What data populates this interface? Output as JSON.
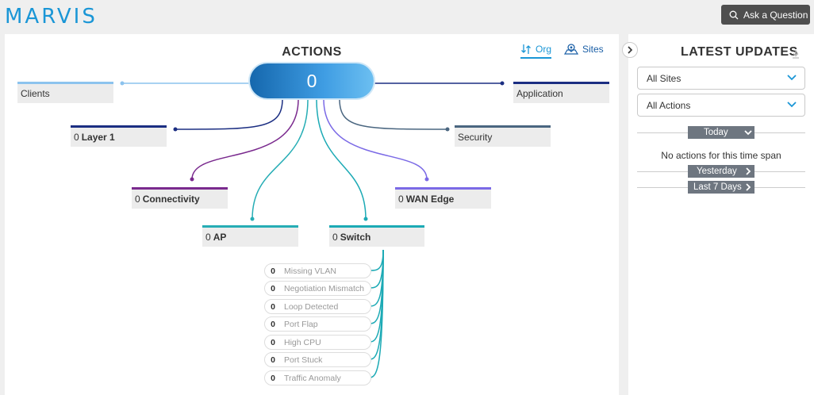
{
  "app": {
    "logo": "MARVIS",
    "ask_button": "Ask a Question"
  },
  "actions": {
    "title": "ACTIONS",
    "total": "0",
    "toggle": {
      "org": "Org",
      "sites": "Sites",
      "active": "org"
    },
    "nodes": {
      "clients": {
        "label": "Clients"
      },
      "application": {
        "label": "Application"
      },
      "layer1": {
        "count": "0",
        "label": "Layer 1"
      },
      "security": {
        "label": "Security"
      },
      "connectivity": {
        "count": "0",
        "label": "Connectivity"
      },
      "wan_edge": {
        "count": "0",
        "label": "WAN Edge"
      },
      "ap": {
        "count": "0",
        "label": "AP"
      },
      "switch": {
        "count": "0",
        "label": "Switch"
      }
    },
    "switch_issues": [
      {
        "count": "0",
        "label": "Missing VLAN"
      },
      {
        "count": "0",
        "label": "Negotiation Mismatch"
      },
      {
        "count": "0",
        "label": "Loop Detected"
      },
      {
        "count": "0",
        "label": "Port Flap"
      },
      {
        "count": "0",
        "label": "High CPU"
      },
      {
        "count": "0",
        "label": "Port Stuck"
      },
      {
        "count": "0",
        "label": "Traffic Anomaly"
      }
    ]
  },
  "updates": {
    "title": "LATEST UPDATES",
    "site_filter": "All Sites",
    "action_filter": "All Actions",
    "today": "Today",
    "empty_message": "No actions for this time span",
    "yesterday": "Yesterday",
    "last7": "Last 7 Days"
  },
  "colors": {
    "brand": "#1a96d6",
    "clients": "#8cc3ee",
    "application": "#1b2e82",
    "layer1": "#1b2e82",
    "security": "#4a6680",
    "connectivity": "#7a2a8e",
    "wan_edge": "#7b6ae6",
    "ap": "#26adb5",
    "switch": "#1caab5"
  }
}
